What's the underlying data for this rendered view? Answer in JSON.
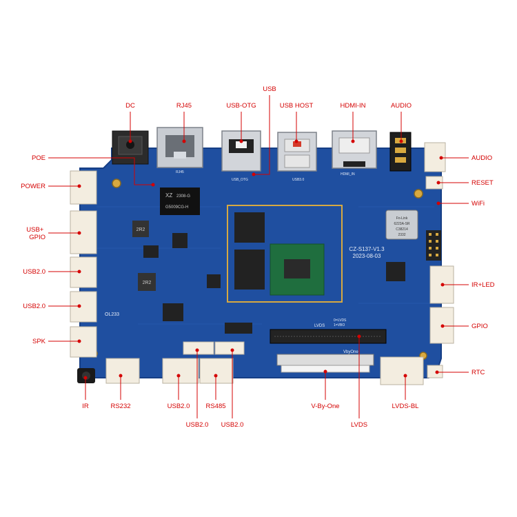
{
  "callouts": {
    "usb": "USB",
    "dc": "DC",
    "rj45": "RJ45",
    "usb_otg": "USB-OTG",
    "usb_host": "USB HOST",
    "hdmi_in": "HDMI-IN",
    "audio_top": "AUDIO",
    "poe": "POE",
    "power": "POWER",
    "usb_gpio": "USB+\nGPIO",
    "usb20_left_1": "USB2.0",
    "usb20_left_2": "USB2.0",
    "spk": "SPK",
    "ir": "IR",
    "rs232": "RS232",
    "usb20_bottom_1": "USB2.0",
    "usb20_bottom_2": "USB2.0",
    "rs485": "RS485",
    "usb20_bottom_3": "USB2.0",
    "v_by_one": "V-By-One",
    "lvds": "LVDS",
    "lvds_bl": "LVDS-BL",
    "audio_right": "AUDIO",
    "reset": "RESET",
    "wifi": "WiFi",
    "ir_led": "IR+LED",
    "gpio": "GPIO",
    "rtc": "RTC"
  },
  "board_markings": {
    "model": "CZ-S137-V1.3",
    "date": "2023-08-03",
    "transformer_brand": "XZ",
    "transformer_line1": "2308-G",
    "transformer_line2": "G5009CG-H",
    "rj45_silk": "RJ45",
    "usb_otg_silk": "USB_OTG",
    "usb30_silk": "USB3.0",
    "hdmi_silk": "HDMI_IN",
    "lvds_silk": "LVDS",
    "vbyone_silk": "VbyOne",
    "lvds_opt1": "0=LVDS",
    "lvds_opt2": "1=VBO",
    "ol233": "OL233",
    "inductor1": "2R2",
    "inductor2": "2R2",
    "wifi_module_line1": "Fn-Link",
    "wifi_module_line2": "6223A-SR",
    "wifi_module_line3": "C38214",
    "wifi_module_line4": "2332"
  },
  "colors": {
    "board": "#1f4fa0",
    "board_edge": "#163e85",
    "callout": "#d40000",
    "soc": "#1f6e3e",
    "connector": "#f3ede0",
    "metal": "#c8ccd2"
  }
}
